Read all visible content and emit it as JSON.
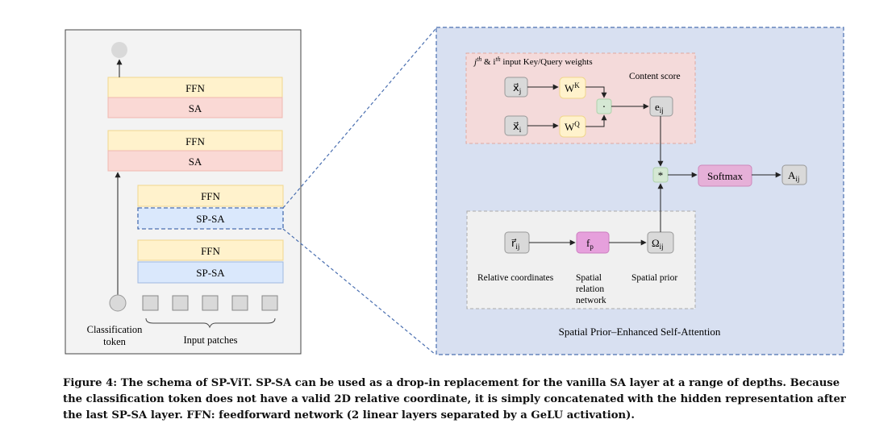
{
  "left_panel": {
    "stack": [
      {
        "ffn": "FFN",
        "attn": "SA",
        "kind": "sa"
      },
      {
        "ffn": "FFN",
        "attn": "SA",
        "kind": "sa"
      },
      {
        "ffn": "FFN",
        "attn": "SP-SA",
        "kind": "spsa"
      },
      {
        "ffn": "FFN",
        "attn": "SP-SA",
        "kind": "spsa"
      }
    ],
    "cls_label_1": "Classification",
    "cls_label_2": "token",
    "patches_label": "Input patches",
    "patch_count": 5
  },
  "detail": {
    "title": "Spatial Prior–Enhanced Self-Attention",
    "top_label_j": "j",
    "top_label_sup_th": "th",
    "top_label_mid": " & i",
    "top_label_rest": " input  Key/Query weights",
    "content_score": "Content score",
    "xj": "x⃗",
    "xj_sub": "j",
    "xi": "x⃗",
    "xi_sub": "i",
    "wk": "W",
    "wk_sup": "K",
    "wq": "W",
    "wq_sup": "Q",
    "dot": "·",
    "eij": "e",
    "eij_sub": "ij",
    "mult": "*",
    "softmax": "Softmax",
    "aij": "A",
    "aij_sub": "ij",
    "rij": "r⃗",
    "rij_sub": "ij",
    "fp": "f",
    "fp_sub": "p",
    "omega": "Ω",
    "omega_sub": "ij",
    "rel_coords": "Relative coordinates",
    "spatial_rel_1": "Spatial",
    "spatial_rel_2": "relation",
    "spatial_rel_3": "network",
    "spatial_prior": "Spatial prior"
  },
  "caption": {
    "bold": "Figure 4: The schema of SP-ViT. SP-SA can be used as a drop-in replacement for the vanilla SA layer at a range of depths. Because the classification token does not have a valid 2D relative coordinate, it is simply concatenated with the hidden representation after the last SP-SA layer. FFN: feedforward network (2 linear layers separated by a GeLU activation)."
  },
  "colors": {
    "ffn": "#fff2cc",
    "sa": "#fad9d5",
    "spsa": "#dae8fc",
    "detail_bg": "#d8e0f1",
    "gray_box": "#d9d9d9",
    "wbox": "#fff2cc",
    "green": "#d5e8d4",
    "softmax": "#e6b0d8",
    "fp": "#e6a0dc"
  }
}
